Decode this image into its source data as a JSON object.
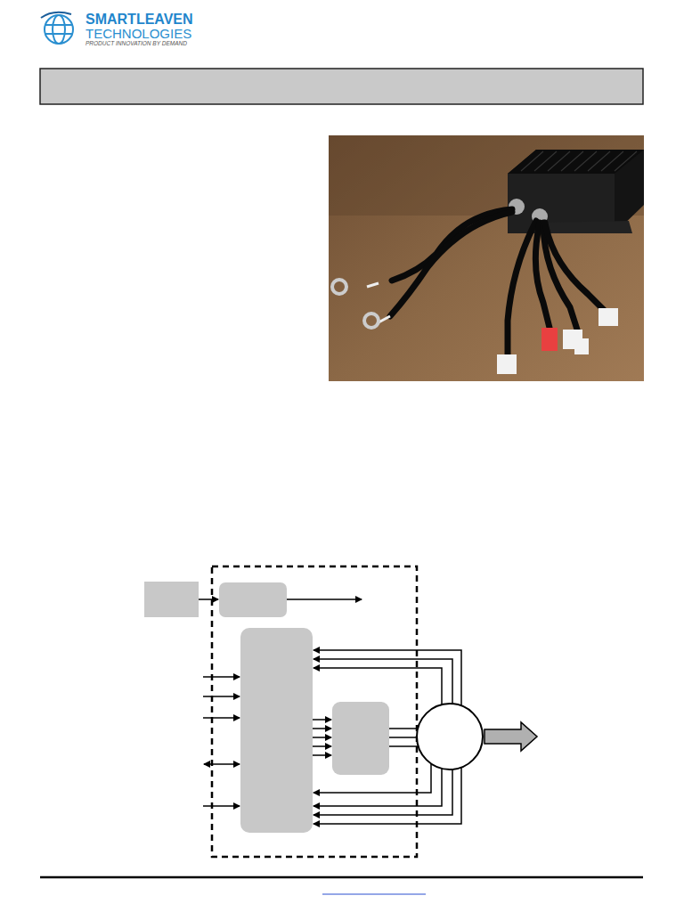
{
  "diagram": {
    "labels": [
      "SMARTLEAVEN",
      "TECHNOLOGIES",
      "PRODUCT INNOVATION BY DEMAND"
    ]
  }
}
